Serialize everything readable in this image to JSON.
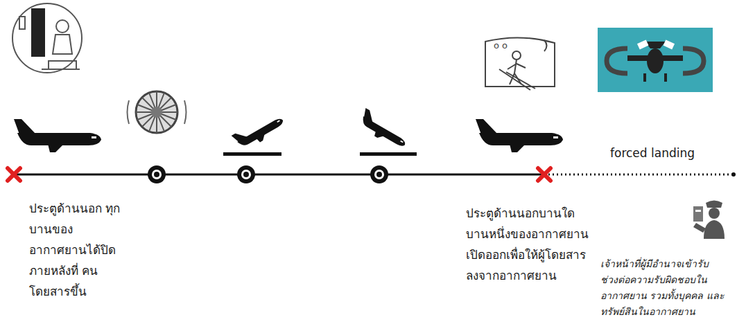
{
  "diagram": {
    "labels": [
      "ประตูด้านนอก ทุกบานของ อากาศยานได้ปิด ภายหลังที่ คนโดยสารขึ้น",
      "ประตูด้านนอกบานใด บานหนึ่งของอากาศยาน เปิดออกเพื่อให้ผู้โดยสาร ลงจากอากาศยาน",
      "forced landing",
      "เจ้าหน้าที่ผู้มีอำนาจเข้ารับ ช่วงต่อความรับผิดชอบใน อากาศยาน รวมทั้งบุคคล และทรัพย์สินในอากาศยาน"
    ]
  }
}
